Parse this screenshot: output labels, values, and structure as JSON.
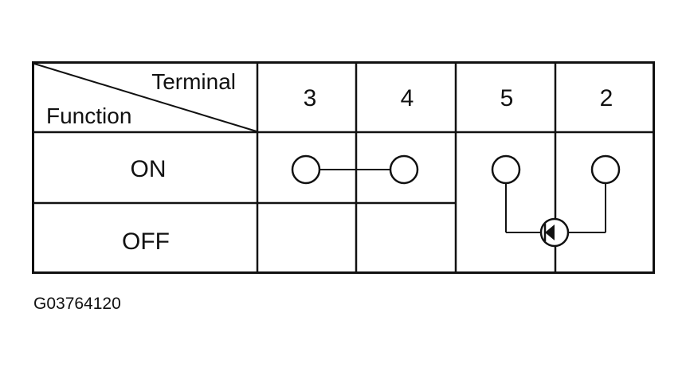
{
  "table": {
    "corner_top_label": "Terminal",
    "corner_bottom_label": "Function",
    "terminals": [
      "3",
      "4",
      "5",
      "2"
    ],
    "functions": [
      "ON",
      "OFF"
    ],
    "connections": [
      {
        "function": "ON",
        "terminals": [
          "3",
          "4"
        ],
        "type": "wire"
      },
      {
        "function": "OFF",
        "terminals": [
          "5",
          "2"
        ],
        "type": "diode"
      }
    ]
  },
  "figure_code": "G03764120"
}
